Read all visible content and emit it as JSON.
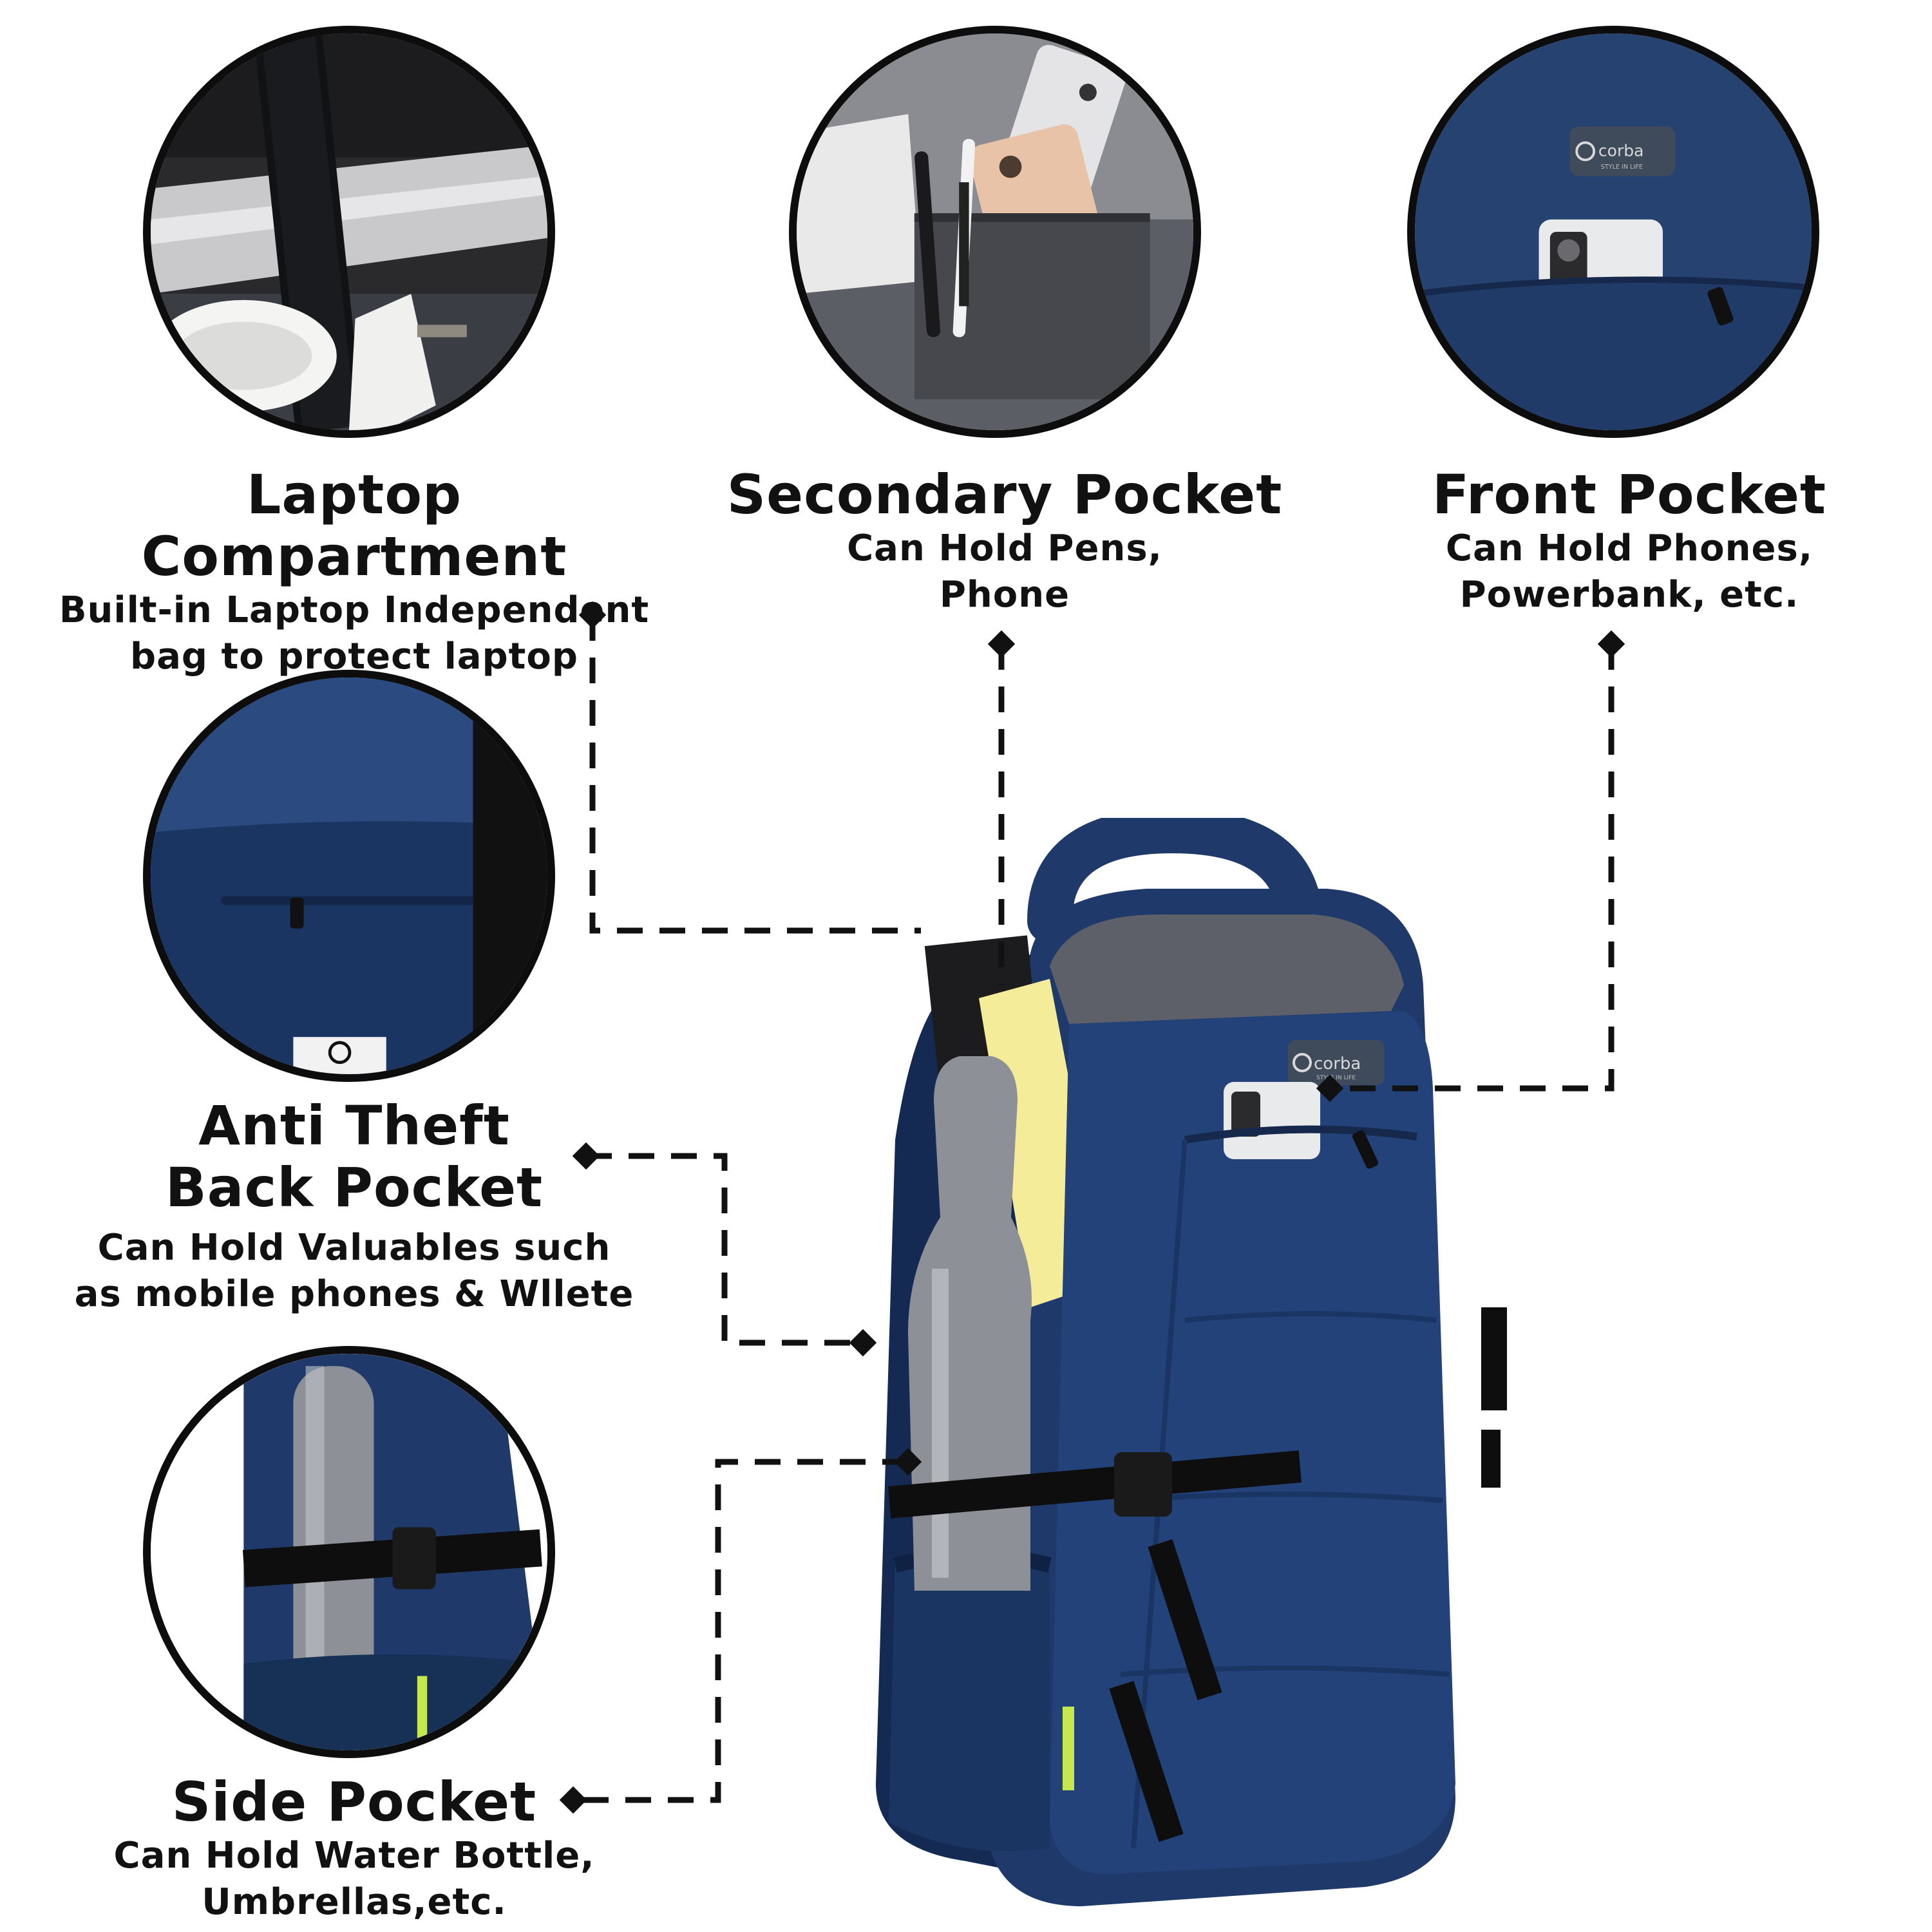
{
  "colors": {
    "navy": "#1f3a6a",
    "navy_dark": "#142a52",
    "navy_light": "#2f4f86",
    "strap": "#0e0e0e",
    "steel": "#8d9096",
    "logo_green": "#c6e84f",
    "paper": "#f5ec9a",
    "text": "#111111"
  },
  "features": {
    "laptop": {
      "title": "Laptop Compartment",
      "desc_line1": "Built-in Laptop Independent",
      "desc_line2": "bag to protect laptop"
    },
    "secondary": {
      "title": "Secondary Pocket",
      "desc_line1": "Can Hold Pens,",
      "desc_line2": "Phone"
    },
    "front": {
      "title": "Front Pocket",
      "desc_line1": "Can Hold  Phones,",
      "desc_line2": "Powerbank, etc."
    },
    "anti_theft": {
      "title_line1": "Anti Theft",
      "title_line2": "Back Pocket",
      "desc_line1": "Can Hold Valuables such",
      "desc_line2": "as mobile phones & Wllete"
    },
    "side": {
      "title": "Side Pocket",
      "desc_line1": "Can Hold  Water Bottle,",
      "desc_line2": "Umbrellas,etc."
    }
  },
  "brand": {
    "name": "corba",
    "tagline": "STYLE IN LIFE"
  }
}
